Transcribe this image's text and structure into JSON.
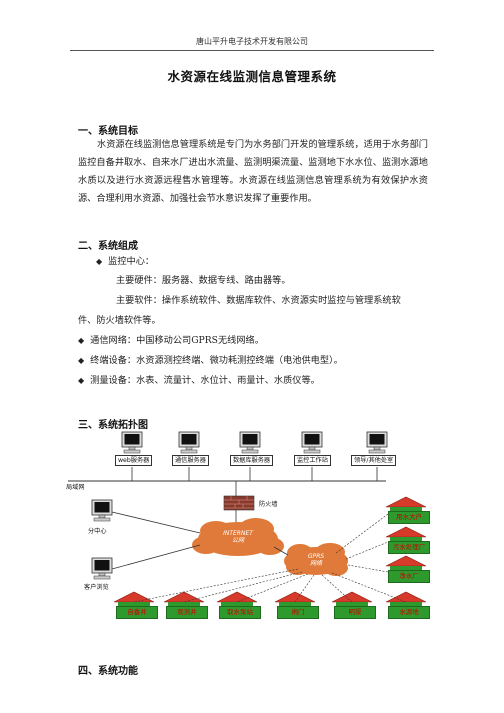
{
  "header": {
    "company": "唐山平升电子技术开发有限公司"
  },
  "title": "水资源在线监测信息管理系统",
  "sections": {
    "s1": {
      "heading": "一、系统目标",
      "para": "水资源在线监测信息管理系统是专门为水务部门开发的管理系统，适用于水务部门监控自备井取水、自来水厂进出水流量、监测明渠流量、监测地下水水位、监测水源地水质以及进行水资源远程售水管理等。水资源在线监测信息管理系统为有效保护水资源、合理利用水资源、加强社会节水意识发挥了重要作用。"
    },
    "s2": {
      "heading": "二、系统组成",
      "monitor_center": "监控中心：",
      "hardware": "主要硬件：服务器、数据专线、路由器等。",
      "software_line1": "主要软件：操作系统软件、数据库软件、水资源实时监控与管理系统软",
      "software_line2": "件、防火墙软件等。",
      "network": "通信网络：中国移动公司GPRS无线网络。",
      "terminal": "终端设备：水资源测控终端、微功耗测控终端（电池供电型）。",
      "measure": "测量设备：水表、流量计、水位计、雨量计、水质仪等。"
    },
    "s3": {
      "heading": "三、系统拓扑图"
    },
    "s4": {
      "heading": "四、系统功能"
    }
  },
  "diagram": {
    "lan_label": "局域网",
    "servers": [
      "web服务器",
      "通信服务器",
      "数据库服务器",
      "监控工作站",
      "领导/其他处室"
    ],
    "firewall": "防火墙",
    "internet": "INTERNET\n公网",
    "gprs": "GPRS\n网络",
    "sub_center": "分中心",
    "client": "客户浏览",
    "right_sites": [
      "用水大户",
      "污水处理厂",
      "净水厂"
    ],
    "bottom_sites": [
      "自备井",
      "观测井",
      "取水泵站",
      "闸门",
      "明渠",
      "水源地"
    ],
    "colors": {
      "site_green": "#2e9a2e",
      "site_roof": "#d63a2a",
      "cloud": "#e07a3a",
      "site_text": "#c00000"
    }
  }
}
